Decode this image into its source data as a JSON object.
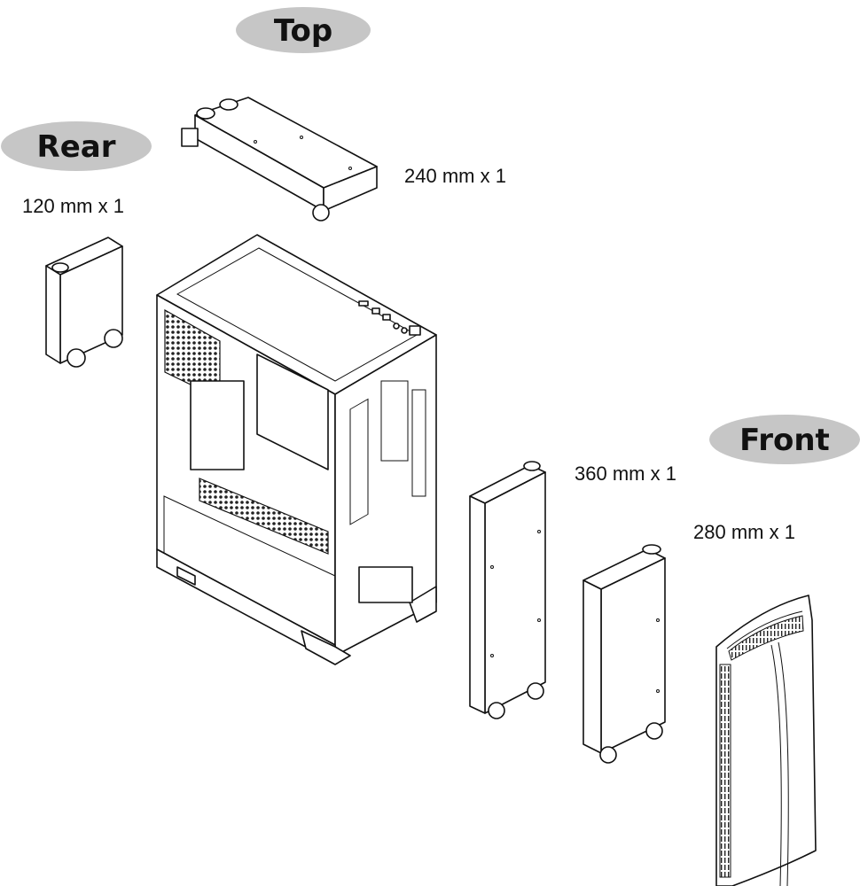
{
  "labels": {
    "top": "Top",
    "rear": "Rear",
    "front": "Front"
  },
  "radiators": {
    "top": "240 mm x 1",
    "rear": "120 mm x 1",
    "front_large": "360 mm x 1",
    "front_small": "280 mm x 1"
  },
  "colors": {
    "pill": "#c6c6c6",
    "line": "#111111"
  }
}
